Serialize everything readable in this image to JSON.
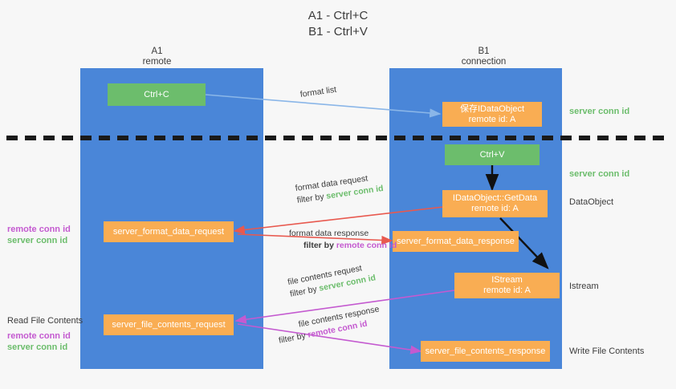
{
  "title": {
    "line1": "A1 - Ctrl+C",
    "line2": "B1 - Ctrl+V"
  },
  "lanes": [
    {
      "id": "a1",
      "name": "A1",
      "role": "remote"
    },
    {
      "id": "b1",
      "name": "B1",
      "role": "connection"
    }
  ],
  "nodes": {
    "ctrl_c": {
      "line1": "Ctrl+C",
      "line2": "",
      "color": "#6cbd6c"
    },
    "save_idataobject": {
      "line1": "保存IDataObject",
      "line2": "remote id: A",
      "color": "#f9ad53"
    },
    "ctrl_v": {
      "line1": "Ctrl+V",
      "line2": "",
      "color": "#6cbd6c"
    },
    "getdata": {
      "line1": "IDataObject::GetData",
      "line2": "remote id: A",
      "color": "#f9ad53"
    },
    "istream": {
      "line1": "IStream",
      "line2": "remote id: A",
      "color": "#f9ad53"
    },
    "fmt_req": {
      "line1": "server_format_data_request",
      "line2": "",
      "color": "#f9ad53"
    },
    "fmt_resp": {
      "line1": "server_format_data_response",
      "line2": "",
      "color": "#f9ad53"
    },
    "file_req": {
      "line1": "server_file_contents_request",
      "line2": "",
      "color": "#f9ad53"
    },
    "file_resp": {
      "line1": "server_file_contents_response",
      "line2": "",
      "color": "#f9ad53"
    }
  },
  "edges": {
    "format_list": {
      "label": "format list"
    },
    "format_data_request": {
      "label": "format data request",
      "filter_prefix": "filter by ",
      "filter_target": "server conn id"
    },
    "format_data_response": {
      "label": "format data response",
      "filter_prefix": "filter by ",
      "filter_target": "remote conn id"
    },
    "file_contents_request": {
      "label": "file contents request",
      "filter_prefix": "filter by ",
      "filter_target": "server conn id"
    },
    "file_contents_response": {
      "label": "file contents response",
      "filter_prefix": "filter by ",
      "filter_target": "remote conn id"
    }
  },
  "annotations": {
    "right_server_conn_1": "server conn id",
    "right_server_conn_2": "server conn id",
    "right_dataobject": "DataObject",
    "right_istream": "Istream",
    "right_write_file": "Write File Contents",
    "left_remote_conn_1": "remote conn id",
    "left_server_conn_1": "server conn id",
    "left_read_file": "Read File Contents",
    "left_remote_conn_2": "remote conn id",
    "left_server_conn_2": "server conn id"
  },
  "colors": {
    "lane": "#4a86d8",
    "orange": "#f9ad53",
    "green": "#6cbd6c",
    "magenta": "#c45ad0",
    "red_arrow": "#e8594f",
    "blue_arrow": "#8ab6e8",
    "divider": "#1a1a1a",
    "background": "#f7f7f7"
  }
}
